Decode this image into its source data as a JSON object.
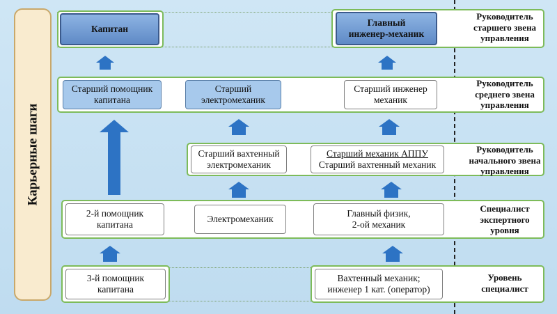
{
  "sidebar": {
    "title": "Карьерные шаги"
  },
  "levels": [
    {
      "label": "Руководитель\nстаршего звена\nуправления"
    },
    {
      "label": "Руководитель\nсреднего звена\nуправления"
    },
    {
      "label": "Руководитель\nначального звена\nуправления"
    },
    {
      "label": "Специалист\nэкспертного\nуровня"
    },
    {
      "label": "Уровень\nспециалист"
    }
  ],
  "row1": {
    "captain": "Капитан",
    "chief_engineer": "Главный\nинженер-механик"
  },
  "row2": {
    "senior_assistant": "Старший помощник\nкапитана",
    "senior_electromech": "Старший\nэлектромеханик",
    "senior_engineer": "Старший инженер\nмеханик"
  },
  "row3": {
    "senior_watch_electromech": "Старший вахтенный\nэлектромеханик",
    "appu_line1": "Старший механик АППУ",
    "appu_line2": "Старший вахтенный механик"
  },
  "row4": {
    "second_assistant": "2-й помощник\nкапитана",
    "electromech": "Электромеханик",
    "chief_physicist": "Главный физик,\n2-ой механик"
  },
  "row5": {
    "third_assistant": "3-й помощник\nкапитана",
    "watch_mechanic": "Вахтенный механик;\nинженер 1 кат. (оператор)"
  }
}
